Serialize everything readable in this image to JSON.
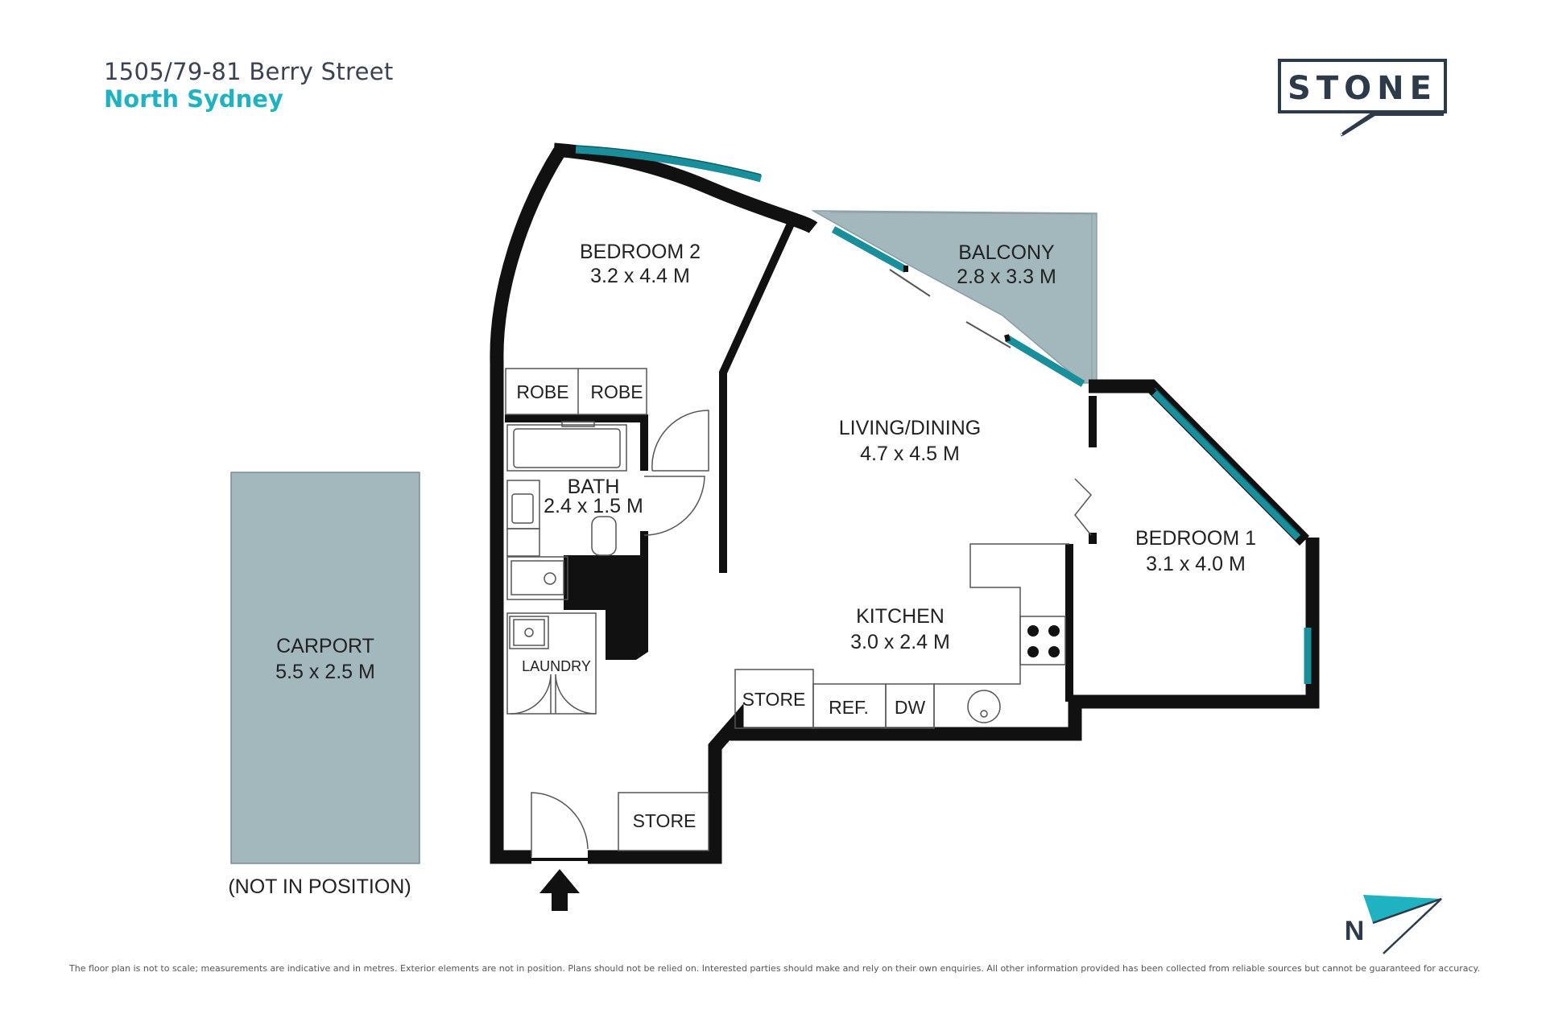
{
  "header": {
    "address_line1": "1505/79-81 Berry Street",
    "address_line2": "North Sydney"
  },
  "logo": {
    "text": "STONE"
  },
  "rooms": {
    "bedroom2": {
      "name": "BEDROOM 2",
      "size": "3.2 x 4.4 M"
    },
    "balcony": {
      "name": "BALCONY",
      "size": "2.8 x 3.3 M"
    },
    "living": {
      "name": "LIVING/DINING",
      "size": "4.7 x 4.5 M"
    },
    "bath": {
      "name": "BATH",
      "size": "2.4 x 1.5 M"
    },
    "bedroom1": {
      "name": "BEDROOM 1",
      "size": "3.1 x 4.0 M"
    },
    "kitchen": {
      "name": "KITCHEN",
      "size": "3.0 x 2.4 M"
    },
    "carport": {
      "name": "CARPORT",
      "size": "5.5 x 2.5 M",
      "note": "(NOT IN POSITION)"
    }
  },
  "fixtures": {
    "robe1": "ROBE",
    "robe2": "ROBE",
    "laundry": "LAUNDRY",
    "store_kitchen": "STORE",
    "ref": "REF.",
    "dw": "DW",
    "store_entry": "STORE"
  },
  "compass": {
    "label": "N"
  },
  "disclaimer": "The floor plan is not to scale; measurements are indicative and in metres. Exterior elements are not in position. Plans should not be relied on. Interested parties should make and rely on their own enquiries. All other information provided has been collected from reliable sources but cannot be guaranteed for accuracy.",
  "colors": {
    "wall": "#111111",
    "window": "#1a8f9c",
    "balcony_fill": "#a3b8bd",
    "carport_fill": "#a3b8bd",
    "accent": "#1fb3c2",
    "brand": "#2d3a4a"
  }
}
